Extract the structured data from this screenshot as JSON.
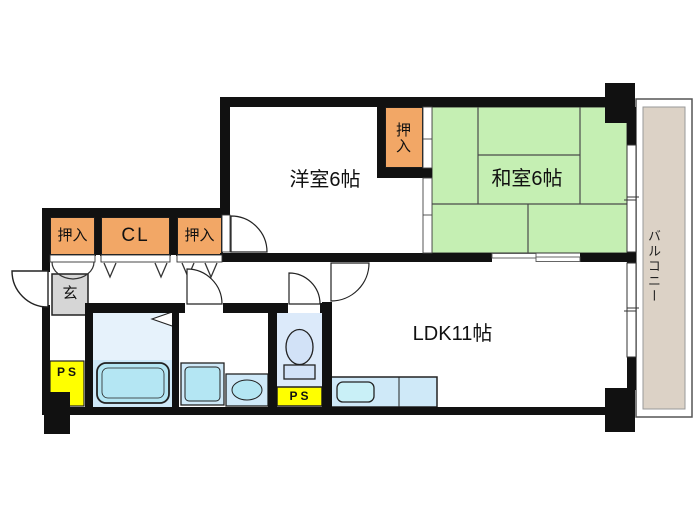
{
  "rooms": {
    "western_room": {
      "label": "洋室6帖"
    },
    "japanese_room": {
      "label": "和室6帖"
    },
    "ldk": {
      "label": "LDK11帖"
    },
    "balcony": {
      "label": "バルコニー"
    },
    "entrance": {
      "label": "玄"
    }
  },
  "storage": {
    "oshiire_west": {
      "label": "押入"
    },
    "closet": {
      "label": "CL"
    },
    "oshiire_mid": {
      "label": "押入"
    },
    "oshiire_japanese_room": {
      "label": "押入"
    }
  },
  "utility": {
    "pipe_space_entrance": {
      "label": "PS"
    },
    "pipe_space_toilet": {
      "label": "PS"
    }
  },
  "colors": {
    "wall": "#111111",
    "tatami": "#c5efb3",
    "storage": "#f2a766",
    "balcony_floor": "#dcd2c6",
    "entrance_floor": "#d6d6d6",
    "pipe_space": "#ffff00",
    "bath_floor_upper": "#e6f2fb",
    "fixture_panel": "#cfe9f8",
    "fixture_fill": "#b4e6f3",
    "toilet_floor": "#dceafa",
    "toilet_fill": "#d2e2f7",
    "sink_fill": "#c9f0f7"
  }
}
